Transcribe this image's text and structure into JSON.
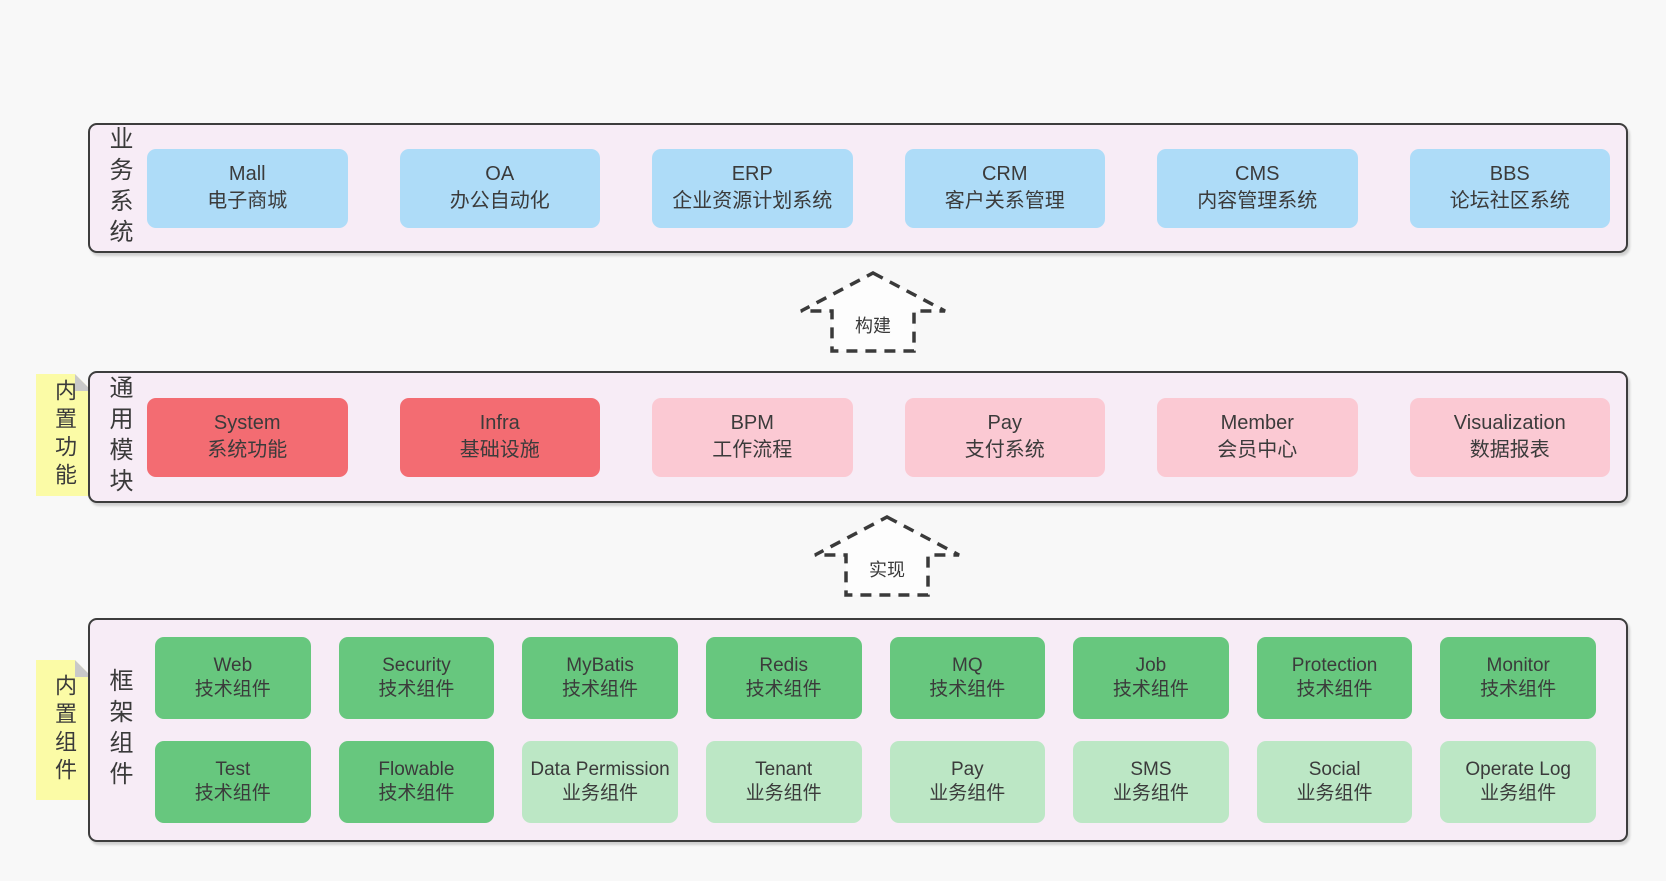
{
  "colors": {
    "page_bg": "#f8f8f8",
    "container_bg": "#f7ecf6",
    "container_border": "#3d3d3d",
    "box_blue": "#aedcf8",
    "box_red": "#f36c72",
    "box_pink": "#fbc9d3",
    "box_green": "#67c77e",
    "box_green_light": "#bce7c5",
    "sticky_yellow": "#fbfba6",
    "sticky_fold_gray": "#c9c9c9",
    "text": "#3b3b3b"
  },
  "arrows": [
    {
      "label": "构建"
    },
    {
      "label": "实现"
    }
  ],
  "layers": [
    {
      "side_label": "业务系统",
      "rows": [
        [
          {
            "name": "box-mall",
            "variant": "blue",
            "en": "Mall",
            "zh": "电子商城"
          },
          {
            "name": "box-oa",
            "variant": "blue",
            "en": "OA",
            "zh": "办公自动化"
          },
          {
            "name": "box-erp",
            "variant": "blue",
            "en": "ERP",
            "zh": "企业资源计划系统"
          },
          {
            "name": "box-crm",
            "variant": "blue",
            "en": "CRM",
            "zh": "客户关系管理"
          },
          {
            "name": "box-cms",
            "variant": "blue",
            "en": "CMS",
            "zh": "内容管理系统"
          },
          {
            "name": "box-bbs",
            "variant": "blue",
            "en": "BBS",
            "zh": "论坛社区系统"
          }
        ]
      ]
    },
    {
      "side_label": "通用模块",
      "sticky_label": "内置功能",
      "rows": [
        [
          {
            "name": "box-system",
            "variant": "red",
            "en": "System",
            "zh": "系统功能"
          },
          {
            "name": "box-infra",
            "variant": "red",
            "en": "Infra",
            "zh": "基础设施"
          },
          {
            "name": "box-bpm",
            "variant": "pink",
            "en": "BPM",
            "zh": "工作流程"
          },
          {
            "name": "box-pay-module",
            "variant": "pink",
            "en": "Pay",
            "zh": "支付系统"
          },
          {
            "name": "box-member",
            "variant": "pink",
            "en": "Member",
            "zh": "会员中心"
          },
          {
            "name": "box-visualization",
            "variant": "pink",
            "en": "Visualization",
            "zh": "数据报表"
          }
        ]
      ]
    },
    {
      "side_label": "框架组件",
      "sticky_label": "内置组件",
      "rows": [
        [
          {
            "name": "box-web",
            "variant": "green",
            "en": "Web",
            "zh": "技术组件"
          },
          {
            "name": "box-security",
            "variant": "green",
            "en": "Security",
            "zh": "技术组件"
          },
          {
            "name": "box-mybatis",
            "variant": "green",
            "en": "MyBatis",
            "zh": "技术组件"
          },
          {
            "name": "box-redis",
            "variant": "green",
            "en": "Redis",
            "zh": "技术组件"
          },
          {
            "name": "box-mq",
            "variant": "green",
            "en": "MQ",
            "zh": "技术组件"
          },
          {
            "name": "box-job",
            "variant": "green",
            "en": "Job",
            "zh": "技术组件"
          },
          {
            "name": "box-protection",
            "variant": "green",
            "en": "Protection",
            "zh": "技术组件"
          },
          {
            "name": "box-monitor",
            "variant": "green",
            "en": "Monitor",
            "zh": "技术组件"
          }
        ],
        [
          {
            "name": "box-test",
            "variant": "green",
            "en": "Test",
            "zh": "技术组件"
          },
          {
            "name": "box-flowable",
            "variant": "green",
            "en": "Flowable",
            "zh": "技术组件"
          },
          {
            "name": "box-data-permission",
            "variant": "green-light",
            "en": "Data Permission",
            "zh": "业务组件"
          },
          {
            "name": "box-tenant",
            "variant": "green-light",
            "en": "Tenant",
            "zh": "业务组件"
          },
          {
            "name": "box-pay-component",
            "variant": "green-light",
            "en": "Pay",
            "zh": "业务组件"
          },
          {
            "name": "box-sms",
            "variant": "green-light",
            "en": "SMS",
            "zh": "业务组件"
          },
          {
            "name": "box-social",
            "variant": "green-light",
            "en": "Social",
            "zh": "业务组件"
          },
          {
            "name": "box-operate-log",
            "variant": "green-light",
            "en": "Operate Log",
            "zh": "业务组件"
          }
        ]
      ]
    }
  ]
}
